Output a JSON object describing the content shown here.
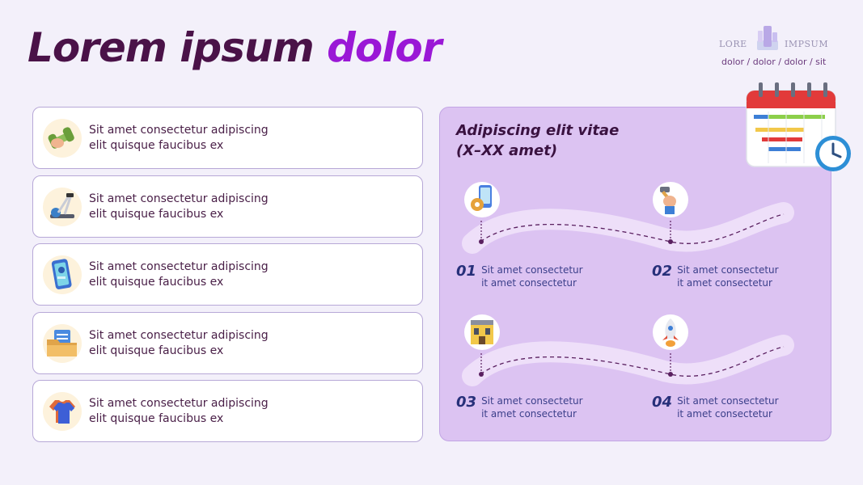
{
  "title": {
    "part1": "Lorem ipsum ",
    "part2": "dolor"
  },
  "logo": {
    "left_word": "LORE",
    "right_word": "IMPSUM",
    "tagline": "dolor / dolor / dolor / sit"
  },
  "cards": [
    {
      "icon": "dumbbell-icon",
      "line1": "Sit amet consectetur adipiscing",
      "line2": "elit quisque faucibus ex"
    },
    {
      "icon": "elliptical-trainer-icon",
      "line1": "Sit amet consectetur adipiscing",
      "line2": "elit quisque faucibus ex"
    },
    {
      "icon": "smartphone-icon",
      "line1": "Sit amet consectetur adipiscing",
      "line2": "elit quisque faucibus ex"
    },
    {
      "icon": "folder-document-icon",
      "line1": "Sit amet consectetur adipiscing",
      "line2": "elit quisque faucibus ex"
    },
    {
      "icon": "t-shirt-icon",
      "line1": "Sit amet consectetur adipiscing",
      "line2": "elit quisque faucibus ex"
    }
  ],
  "panel": {
    "title_line1": "Adipiscing elit vitae",
    "title_line2": "(X–XX amet)",
    "steps": [
      {
        "num": "01",
        "line1": "Sit amet consectetur",
        "line2": "it amet consectetur",
        "icon": "phone-settings-icon"
      },
      {
        "num": "02",
        "line1": "Sit amet consectetur",
        "line2": "it amet consectetur",
        "icon": "hand-hammer-icon"
      },
      {
        "num": "03",
        "line1": "Sit amet consectetur",
        "line2": "it amet consectetur",
        "icon": "building-icon"
      },
      {
        "num": "04",
        "line1": "Sit amet consectetur",
        "line2": "it amet consectetur",
        "icon": "rocket-icon"
      }
    ]
  },
  "decor": {
    "calendar_icon": "calendar-clock-icon"
  },
  "colors": {
    "title": "#4a1248",
    "accent": "#9a18d6",
    "panel": "#dcc3f2",
    "number": "#27307a"
  }
}
